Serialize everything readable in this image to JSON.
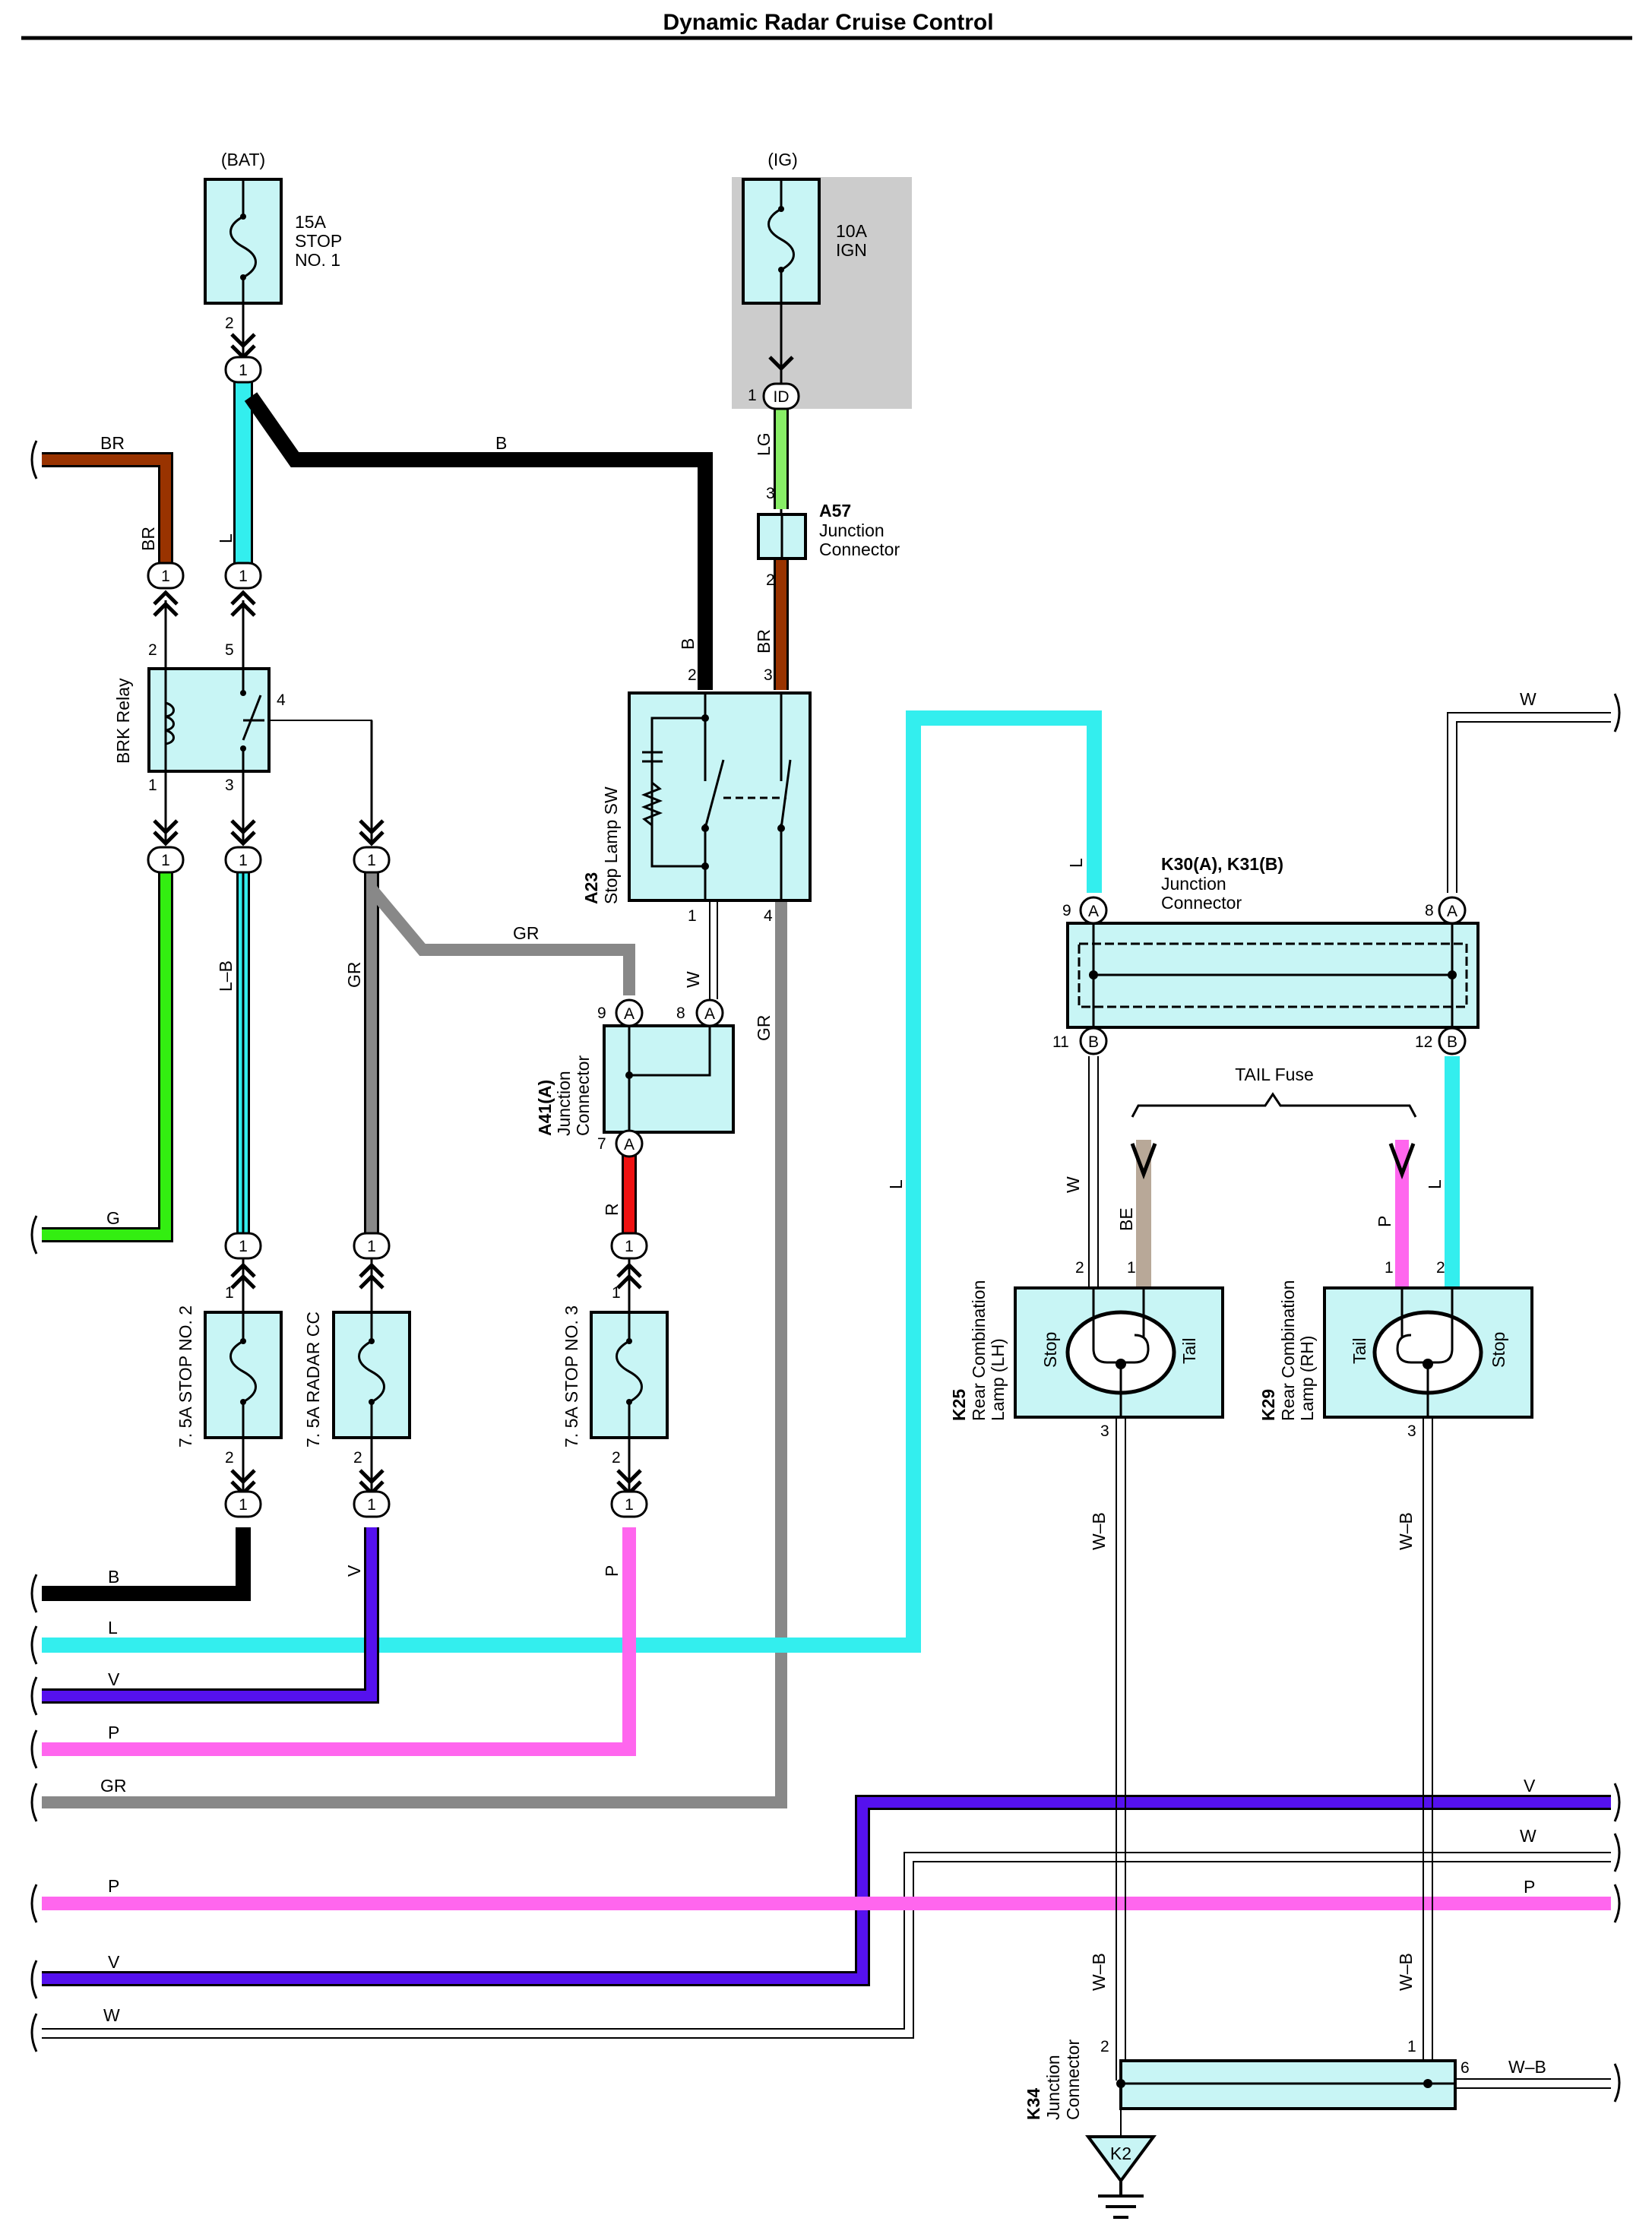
{
  "title": "Dynamic Radar Cruise Control",
  "colors": {
    "B": "#000000",
    "L": "#33eeee",
    "BR": "#993300",
    "G": "#33ee11",
    "GR": "#888888",
    "V": "#5511ee",
    "P": "#ff66ee",
    "R": "#ee1111",
    "LG": "#88ee66",
    "BE": "#b8a898",
    "W": "#ffffff",
    "box": "#c8f5f5",
    "ig_shade": "#cccccc"
  },
  "sources": {
    "bat": "(BAT)",
    "ig": "(IG)"
  },
  "fuses": {
    "stop1": {
      "l1": "15A",
      "l2": "STOP",
      "l3": "NO. 1"
    },
    "ign": {
      "l1": "10A",
      "l2": "IGN"
    },
    "stop2": "7. 5A STOP NO. 2",
    "radar": "7. 5A RADAR CC",
    "stop3": "7. 5A STOP NO. 3",
    "tail": "TAIL Fuse"
  },
  "components": {
    "a57": {
      "code": "A57",
      "l1": "Junction",
      "l2": "Connector"
    },
    "brk": "BRK Relay",
    "a23": {
      "code": "A23",
      "name": "Stop Lamp SW"
    },
    "a41": {
      "code": "A41(A)",
      "l1": "Junction",
      "l2": "Connector"
    },
    "k30": {
      "code": "K30(A), K31(B)",
      "l1": "Junction",
      "l2": "Connector"
    },
    "k25": {
      "code": "K25",
      "l1": "Rear Combination",
      "l2": "Lamp (LH)"
    },
    "k29": {
      "code": "K29",
      "l1": "Rear Combination",
      "l2": "Lamp (RH)"
    },
    "k34": {
      "code": "K34",
      "l1": "Junction",
      "l2": "Connector"
    },
    "k2": "K2"
  },
  "lamp_labels": {
    "stop": "Stop",
    "tail": "Tail"
  },
  "conn_labels": {
    "one": "1",
    "id": "ID",
    "a": "A",
    "b": "B"
  },
  "wire_labels": {
    "br": "BR",
    "b": "B",
    "l": "L",
    "lg": "LG",
    "g": "G",
    "lb": "L–B",
    "gr": "GR",
    "w": "W",
    "r": "R",
    "v": "V",
    "p": "P",
    "be": "BE",
    "wb": "W–B"
  },
  "pins": {
    "p1": "1",
    "p2": "2",
    "p3": "3",
    "p4": "4",
    "p5": "5",
    "p6": "6",
    "p7": "7",
    "p8": "8",
    "p9": "9",
    "p11": "11",
    "p12": "12"
  }
}
